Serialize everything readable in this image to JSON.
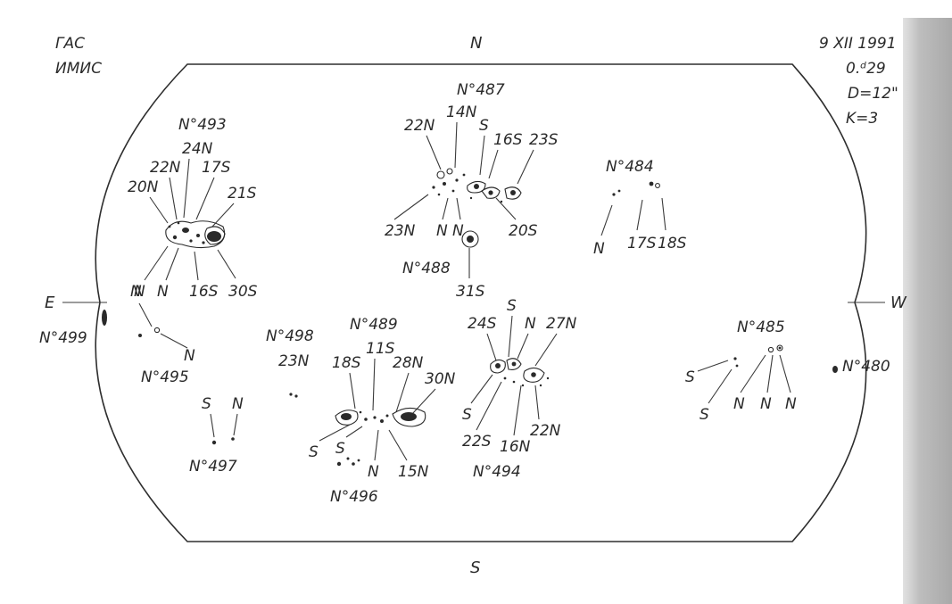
{
  "header": {
    "org_line1": "ГАС",
    "org_line2": "ИМИС",
    "date": "9 XII 1991",
    "time": "0.ᵈ29",
    "diameter": "D=12\"",
    "k_value": "K=3"
  },
  "directions": {
    "north": "N",
    "south": "S",
    "east": "E",
    "west": "W"
  },
  "groups": [
    {
      "id": "n493",
      "label": "N°493",
      "polarities": [
        "24N",
        "22N",
        "17S",
        "20N",
        "21S",
        "N",
        "N",
        "16S",
        "30S"
      ]
    },
    {
      "id": "n487",
      "label": "N°487",
      "polarities": [
        "14N",
        "22N",
        "S",
        "16S",
        "23S",
        "23N",
        "N",
        "N",
        "20S"
      ]
    },
    {
      "id": "n488",
      "label": "N°488",
      "polarities": [
        "31S"
      ]
    },
    {
      "id": "n484",
      "label": "N°484",
      "polarities": [
        "N",
        "17S",
        "18S"
      ]
    },
    {
      "id": "n499",
      "label": "N°499",
      "polarities": []
    },
    {
      "id": "n495",
      "label": "N°495",
      "polarities": [
        "N",
        "N"
      ]
    },
    {
      "id": "n498",
      "label": "N°498",
      "polarities": [
        "23N"
      ]
    },
    {
      "id": "n489",
      "label": "N°489",
      "polarities": [
        "11S",
        "18S",
        "28N",
        "30N",
        "S",
        "S",
        "N",
        "15N"
      ]
    },
    {
      "id": "n496",
      "label": "N°496",
      "polarities": []
    },
    {
      "id": "n497",
      "label": "N°497",
      "polarities": [
        "S",
        "N"
      ]
    },
    {
      "id": "n494",
      "label": "N°494",
      "polarities": [
        "S",
        "24S",
        "N",
        "27N",
        "S",
        "22S",
        "16N",
        "22N"
      ]
    },
    {
      "id": "n485",
      "label": "N°485",
      "polarities": [
        "S",
        "S",
        "N",
        "N",
        "N"
      ]
    },
    {
      "id": "n480",
      "label": "N°480",
      "polarities": []
    }
  ],
  "colors": {
    "ink": "#2a2a2a",
    "paper": "#ffffff",
    "binding_shadow": "#b9b9b9"
  }
}
